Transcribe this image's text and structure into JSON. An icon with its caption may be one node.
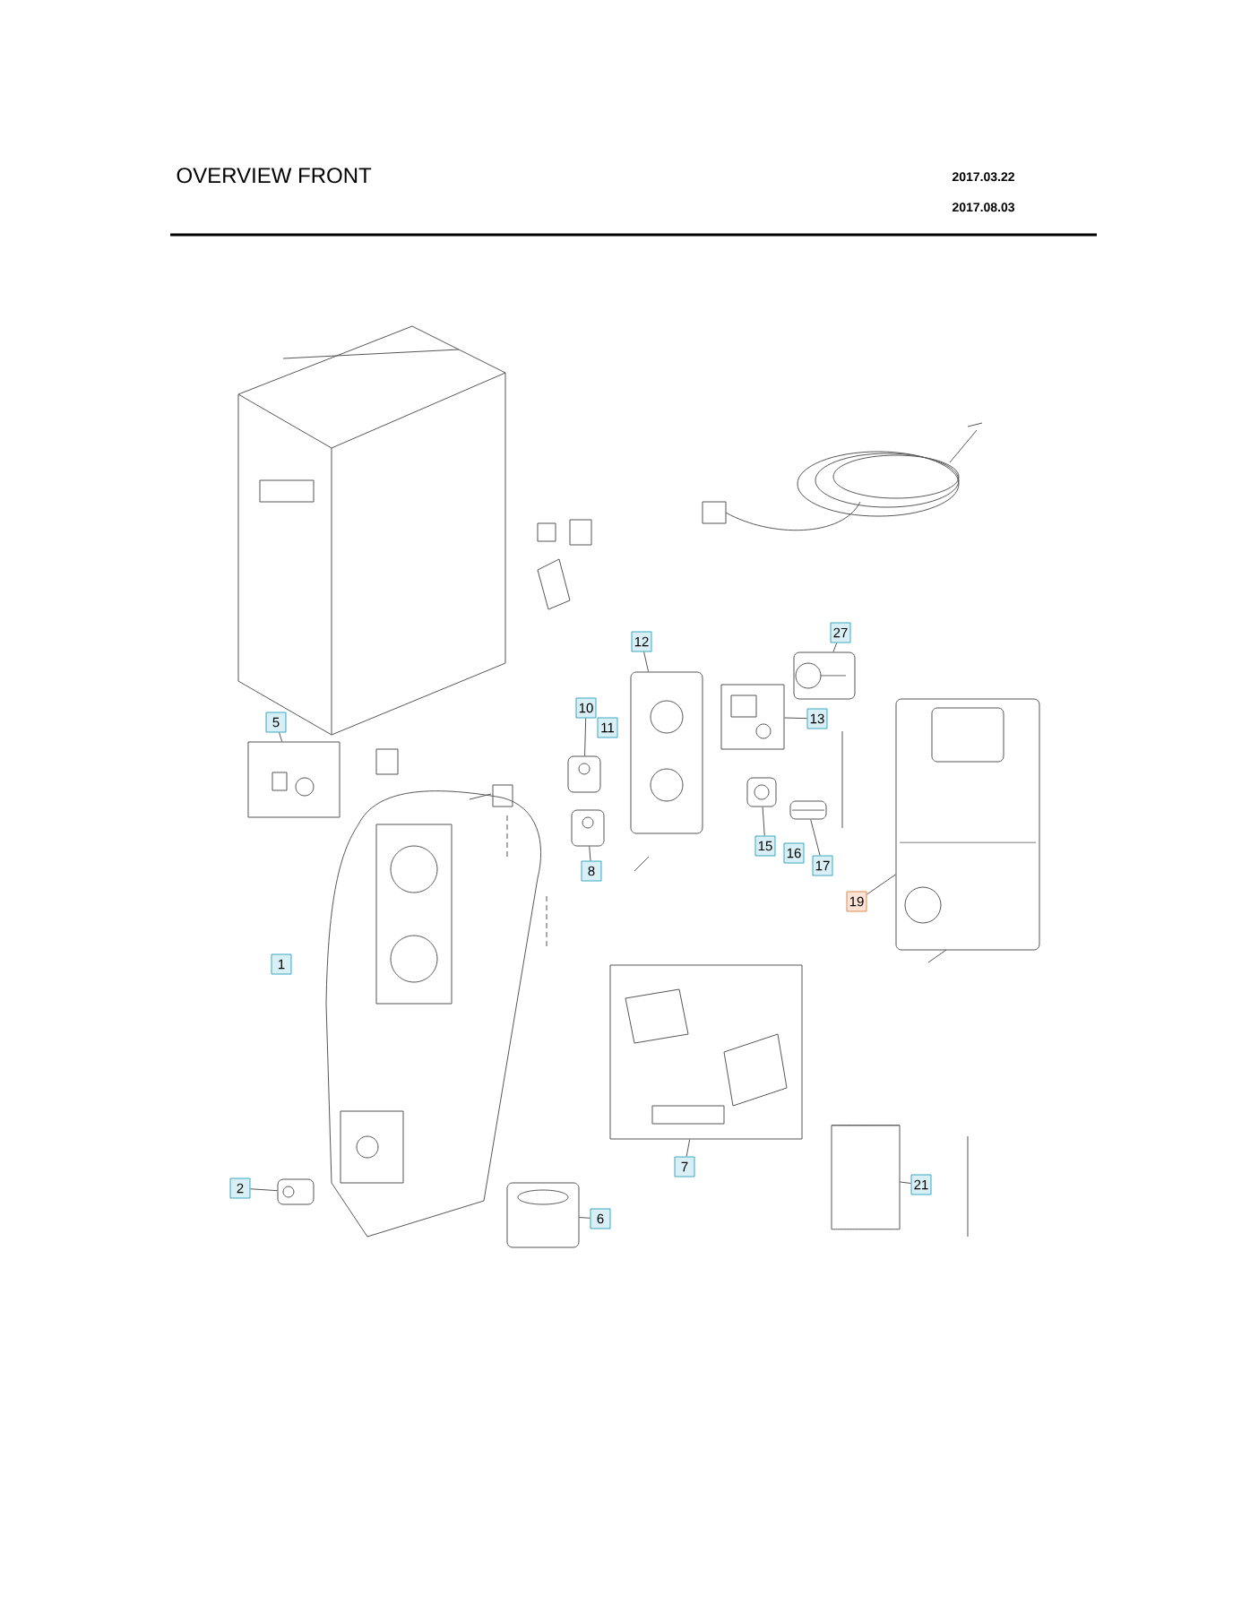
{
  "diagram": {
    "title": "OVERVIEW FRONT",
    "nodes": [
      {
        "text": [
          "5"
        ]
      },
      {
        "text": [],
        "shape": "box"
      },
      {
        "text": [
          "12"
        ]
      },
      {
        "text": [],
        "shape": "picture"
      },
      {
        "text": [
          "10"
        ]
      },
      {
        "text": [],
        "shape": "picture"
      },
      {
        "text": [
          "8"
        ]
      },
      {
        "text": [],
        "shape": "picture"
      },
      {
        "text": [
          "27"
        ]
      },
      {
        "text": [],
        "shape": "picture"
      },
      {
        "text": [
          "13"
        ]
      },
      {
        "text": [],
        "shape": "box"
      },
      {
        "text": [
          "15"
        ]
      },
      {
        "text": [],
        "shape": "picture"
      },
      {
        "text": [
          "17"
        ]
      },
      {
        "text": [],
        "shape": "picture"
      },
      {
        "text": [
          "19"
        ]
      },
      {
        "text": [],
        "shape": "picture"
      },
      {
        "text": [
          "2"
        ]
      },
      {
        "text": [],
        "shape": "picture"
      },
      {
        "text": [
          "7"
        ]
      },
      {
        "text": [],
        "shape": "box"
      },
      {
        "text": [
          "6"
        ]
      },
      {
        "text": [],
        "shape": "picture"
      },
      {
        "text": [
          "21"
        ]
      },
      {
        "text": [],
        "shape": "cylinder"
      },
      {
        "text": [
          "11"
        ]
      },
      {
        "text": [
          "16"
        ]
      },
      {
        "text": [
          "1"
        ]
      }
    ],
    "edges": [
      {
        "from": 0,
        "to": 1,
        "arrow": "none"
      },
      {
        "from": 2,
        "to": 3,
        "arrow": "none"
      },
      {
        "from": 4,
        "to": 5,
        "arrow": "none"
      },
      {
        "from": 6,
        "to": 7,
        "arrow": "none"
      },
      {
        "from": 8,
        "to": 9,
        "arrow": "none"
      },
      {
        "from": 10,
        "to": 11,
        "arrow": "none"
      },
      {
        "from": 12,
        "to": 13,
        "arrow": "none"
      },
      {
        "from": 14,
        "to": 15,
        "arrow": "none"
      },
      {
        "from": 16,
        "to": 17,
        "arrow": "none"
      },
      {
        "from": 18,
        "to": 19,
        "arrow": "none"
      },
      {
        "from": 20,
        "to": 21,
        "arrow": "none"
      },
      {
        "from": 22,
        "to": 23,
        "arrow": "none"
      },
      {
        "from": 24,
        "to": 25,
        "arrow": "none"
      }
    ],
    "labels": [
      "2017.03.22",
      "2017.08.03"
    ]
  }
}
